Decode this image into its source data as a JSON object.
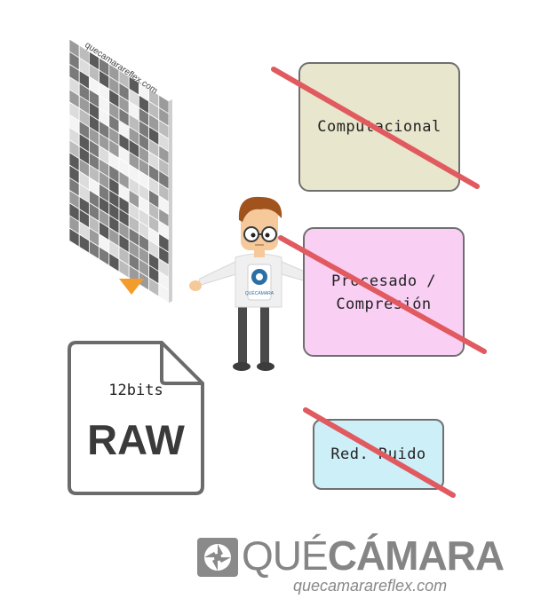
{
  "sensor": {
    "watermark": "quecamarareflex.com"
  },
  "raw_file": {
    "bits_label": "12bits",
    "format_label": "RAW"
  },
  "pipeline_boxes": [
    {
      "label": "Computacional",
      "fill": "#e8e6cd",
      "crossed": true
    },
    {
      "label_line1": "Procesado /",
      "label_line2": "Compresión",
      "fill": "#f9cff4",
      "crossed": true
    },
    {
      "label": "Red. Ruido",
      "fill": "#cdeff8",
      "crossed": true
    }
  ],
  "colors": {
    "arrow": "#f39c2c",
    "strike": "#e05a5f",
    "box_border": "#6f6f6f"
  },
  "brand": {
    "name_light": "QUÉ",
    "name_bold": "CÁMARA",
    "url": "quecamarareflex.com",
    "badge_text": "QUÉCÁMARA"
  }
}
